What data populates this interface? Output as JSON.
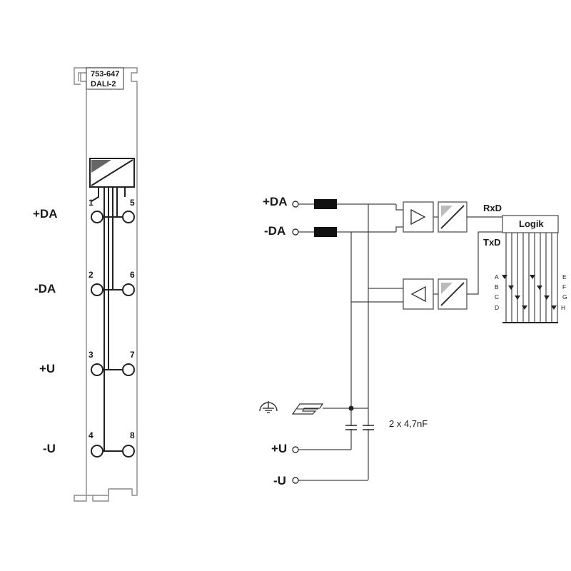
{
  "module": {
    "article_number": "753-647",
    "type_name": "DALI-2"
  },
  "module_terminals": [
    {
      "left_num": "1",
      "right_num": "5",
      "signal": "+DA"
    },
    {
      "left_num": "2",
      "right_num": "6",
      "signal": "-DA"
    },
    {
      "left_num": "3",
      "right_num": "7",
      "signal": "+U"
    },
    {
      "left_num": "4",
      "right_num": "8",
      "signal": "-U"
    }
  ],
  "schematic": {
    "inputs": {
      "plus_da": "+DA",
      "minus_da": "-DA",
      "plus_u": "+U",
      "minus_u": "-U"
    },
    "signals": {
      "rxd": "RxD",
      "txd": "TxD"
    },
    "logic_label": "Logik",
    "led_labels_left": [
      "A",
      "B",
      "C",
      "D"
    ],
    "led_labels_right": [
      "E",
      "F",
      "G",
      "H"
    ],
    "capacitor_label": "2 x 4,7nF",
    "icons": [
      "ground-icon",
      "din-rail-icon",
      "amplifier-icon",
      "isolator-icon",
      "inductor-icon",
      "led-icon"
    ]
  }
}
